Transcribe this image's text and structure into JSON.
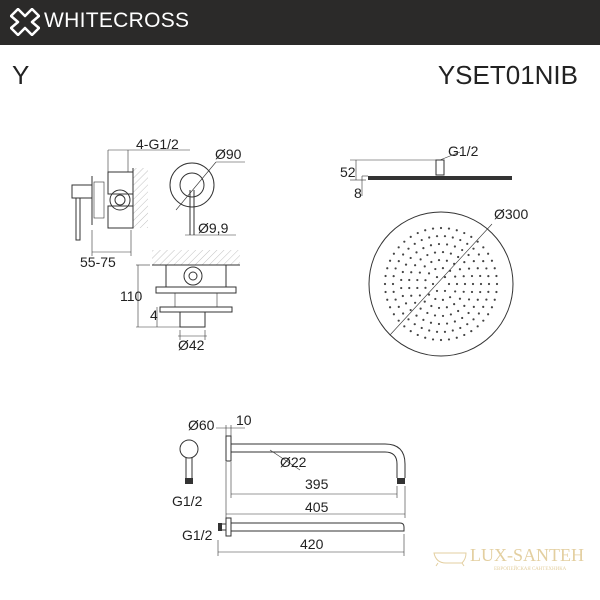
{
  "header": {
    "brand": "WHITECROSS",
    "brand_color": "#2b2a29"
  },
  "product": {
    "series": "Y",
    "model": "YSET01NIB"
  },
  "mixer": {
    "inlets": "4-G1/2",
    "plate_diameter": "Ø90",
    "lever_diameter": "Ø9,9",
    "depth": "55-75",
    "height": "110",
    "offset": "4",
    "body_diameter": "Ø42"
  },
  "head": {
    "thread": "G1/2",
    "height": "52",
    "thickness": "8",
    "diameter": "Ø300"
  },
  "arm": {
    "flange_diameter": "Ø60",
    "flange_depth": "10",
    "tube_diameter": "Ø22",
    "thread": "G1/2",
    "inner_length": "395",
    "total_length": "405"
  },
  "arm_straight": {
    "thread": "G1/2",
    "length": "420"
  },
  "watermark": {
    "name": "LUX-SANTEH",
    "tagline": "ЕВРОПЕЙСКАЯ САНТЕХНИКА"
  }
}
